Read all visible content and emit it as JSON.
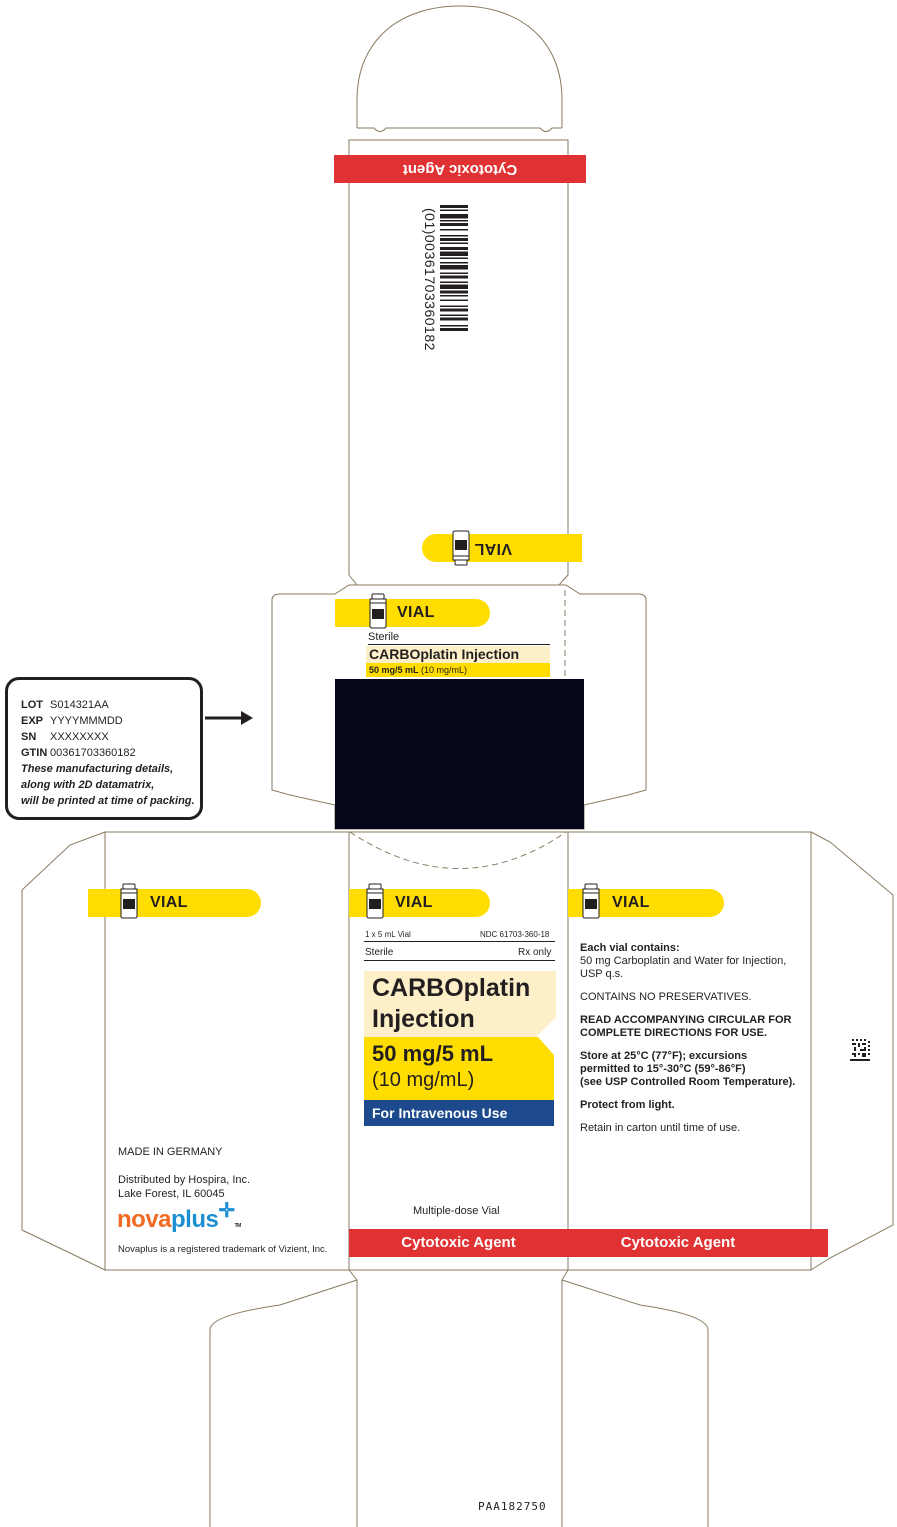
{
  "colors": {
    "yellow": "#ffdd00",
    "red": "#e03232",
    "navy": "#1c4a8c",
    "cream": "#fdf0c8",
    "redaction": "#06061a",
    "dieline": "#8a7a60"
  },
  "tab_banner": {
    "cytotoxic": "Cytotoxic Agent"
  },
  "barcode": {
    "text": "(01)00361703360182"
  },
  "vial_label": "VIAL",
  "top_flap": {
    "sterile": "Sterile",
    "product": "CARBOplatin Injection",
    "strength": "50 mg/5 mL",
    "conc": "(10 mg/mL)"
  },
  "callout": {
    "lot_label": "LOT",
    "lot": "S014321AA",
    "exp_label": "EXP",
    "exp": "YYYYMMMDD",
    "sn_label": "SN",
    "sn": "XXXXXXXX",
    "gtin_label": "GTIN",
    "gtin": "00361703360182",
    "note1": "These manufacturing details,",
    "note2": "along with 2D datamatrix,",
    "note3": "will be printed at time of packing."
  },
  "front": {
    "count": "1 x 5 mL Vial",
    "ndc": "NDC 61703-360-18",
    "sterile": "Sterile",
    "rx": "Rx only",
    "name1": "CARBOplatin",
    "name2": "Injection",
    "strength": "50 mg/5 mL",
    "conc": "(10 mg/mL)",
    "route": "For Intravenous Use",
    "multidose": "Multiple-dose Vial"
  },
  "left_panel": {
    "made": "MADE IN GERMANY",
    "dist1": "Distributed by Hospira, Inc.",
    "dist2": "Lake Forest, IL 60045",
    "logo": "novaplus",
    "logo_tm": "TM",
    "trademark": "Novaplus is a registered trademark of Vizient, Inc."
  },
  "right_panel": {
    "contains_head": "Each vial contains:",
    "contains_body1": "50 mg Carboplatin and Water for Injection,",
    "contains_body2": "USP q.s.",
    "nopres": "CONTAINS NO PRESERVATIVES.",
    "read1": "READ ACCOMPANYING CIRCULAR FOR",
    "read2": "COMPLETE DIRECTIONS FOR USE.",
    "store1": "Store at 25°C (77°F); excursions",
    "store2": "permitted to 15°-30°C (59°-86°F)",
    "store3": "(see USP Controlled Room Temperature).",
    "protect": "Protect from light.",
    "retain": "Retain in carton until time of use."
  },
  "code": "PAA182750"
}
